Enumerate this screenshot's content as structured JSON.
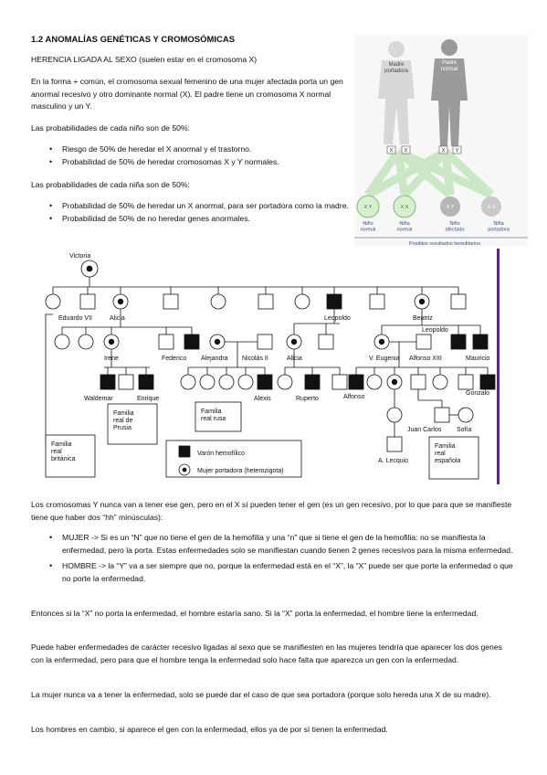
{
  "doc": {
    "title": "1.2 ANOMALÍAS GENÉTICAS Y CROMOSÓMICAS",
    "subtitle": "HERENCIA LIGADA AL SEXO (suelen estar en el cromosoma X)",
    "p1": "En la forma + común, el cromosoma sexual femenino de una mujer afectada porta un gen anormal recesivo y otro dominante normal (X). El padre tiene un cromosoma X normal masculino y un Y.",
    "p2": "Las probabilidades de cada niño son de 50%:",
    "b1": [
      "Riesgo de 50% de heredar el X anormal y el trastorno.",
      "Probabilidad de 50% de heredar cromosomas X y Y normales."
    ],
    "p3": "Las probabilidades de cada niña son de 50%:",
    "b2": [
      "Probabilidad de 50% de heredar un X anormal, para ser portadora como la madre.",
      "Probabilidad de 50% de no heredar genes anormales."
    ],
    "p4": "Los cromosomas Y nunca van a tener ese gen, pero en el X sí pueden tener el gen (es un gen recesivo, por lo que para que se manifieste tiene que haber dos “hh” minúsculas):",
    "b3": [
      "MUJER -> Si es un “N” que no tiene el gen de la hemofilia y una “n” que si tiene el gen de la hemofilia: no se manifiesta la enfermedad, pero la porta. Estas enfermedades solo se manifiestan cuando tienen 2 genes recesivos para la misma enfermedad.",
      "HOMBRE -> la “Y” va a ser siempre que no, porque la enfermedad está en el “X”, la “X” puede ser que porte la enfermedad o que no porte la enfermedad."
    ],
    "p5": "Entonces si la “X” no porta la enfermedad, el hombre estaría sano. Si la “X” porta la enfermedad, el hombre tiene la enfermedad.",
    "p6": "Puede haber enfermedades de carácter recesivo ligadas al sexo que se manifiesten en las mujeres tendría que aparecer los dos genes con la enfermedad, pero para que el hombre tenga la enfermedad solo hace falta que aparezca un gen con la enfermedad.",
    "p7": "La mujer nunca va a tener la enfermedad, solo se puede dar el caso de que sea portadora (porque solo hereda una X de su madre).",
    "p8": "Los hombres en cambio, si aparece el gen con la enfermedad, ellos ya de por sí tienen la enfermedad."
  },
  "fig1": {
    "mother": "Madre\nportadora",
    "father": "Padre\nnormal",
    "mx": [
      "X",
      "X"
    ],
    "fx": [
      "X",
      "Y"
    ],
    "kids": [
      "Niño\nnormal",
      "Niña\nnormal",
      "Niño\nafectado",
      "Niña\nportadora"
    ],
    "kid_chroms": [
      "X Y",
      "X X",
      "X Y",
      "X X"
    ],
    "caption": "Posibles resultados hereditarios"
  },
  "pedigree": {
    "names": {
      "victoria": "Victoria",
      "eduardo": "Eduardo VII",
      "alicia1": "Alicia",
      "leopoldo1": "Leopoldo",
      "beatriz": "Beatriz",
      "irene": "Irene",
      "federico": "Federico",
      "alejandra": "Alejandra",
      "nicolas": "Nicolás II",
      "alicia2": "Alicia",
      "veugenia": "V. Eugenia",
      "alfonso13": "Alfonso XIII",
      "leopoldo2": "Leopoldo",
      "mauricio": "Mauricio",
      "waldemar": "Waldemar",
      "enrique": "Enrique",
      "alexis": "Alexis",
      "ruperto": "Ruperto",
      "alfonso": "Alfonso",
      "gonzalo": "Gonzalo",
      "juancarlos": "Juan Carlos",
      "sofia": "Sofía",
      "lecquio": "A. Lecquio"
    },
    "boxes": {
      "prusia": "Familia\nreal de\nPrusia",
      "rusa": "Familia\nreal rusa",
      "britanica": "Familia\nreal\nbritánica",
      "espanola": "Familia\nreal\nespañola"
    },
    "legend": {
      "hemo": "Varón hemofílico",
      "carrier": "Mujer portadora (heterozigota)"
    }
  }
}
